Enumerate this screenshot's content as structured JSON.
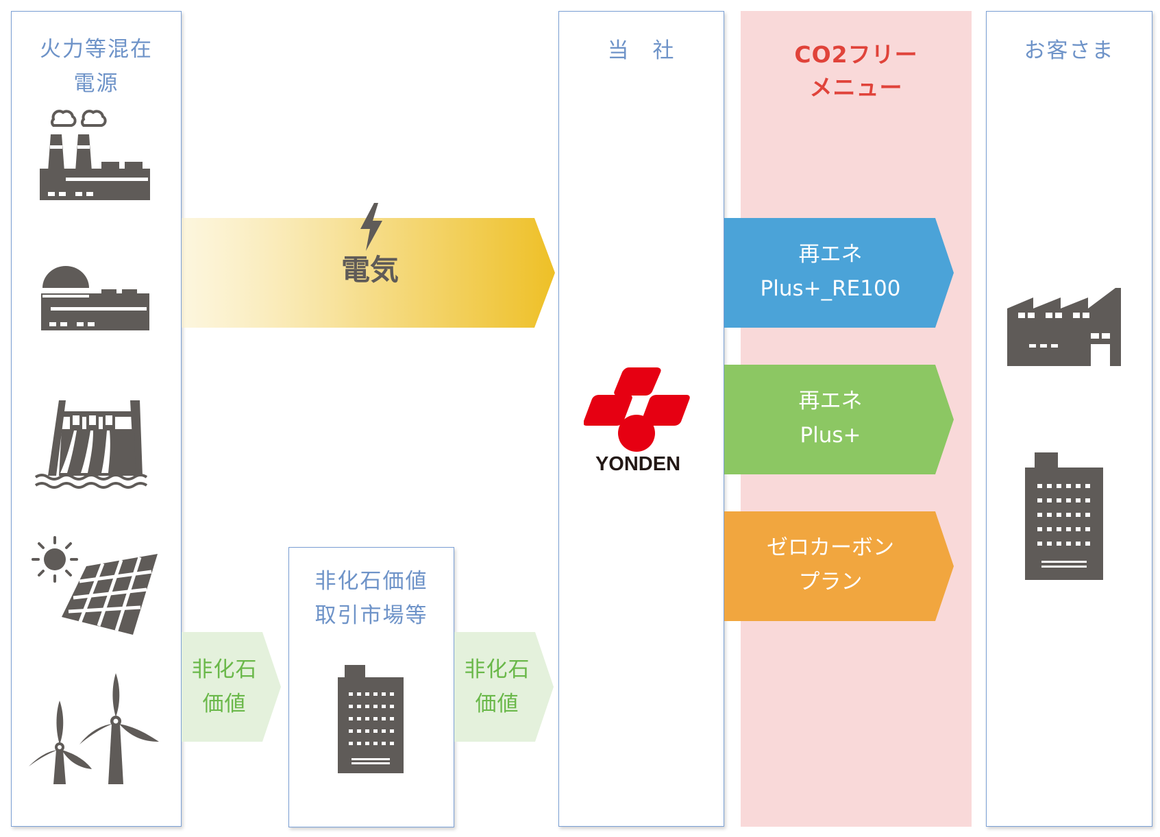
{
  "sources": {
    "title_line1": "火力等混在",
    "title_line2": "電源"
  },
  "electricity": {
    "label": "電気"
  },
  "market": {
    "title_line1": "非化石価値",
    "title_line2": "取引市場等"
  },
  "nonfossil_left": {
    "line1": "非化石",
    "line2": "価値"
  },
  "nonfossil_right": {
    "line1": "非化石",
    "line2": "価値"
  },
  "company": {
    "title": "当　社",
    "logo_text": "YONDEN"
  },
  "co2free": {
    "title_line1": "CO2フリー",
    "title_line2": "メニュー"
  },
  "menus": [
    {
      "line1": "再エネ",
      "line2": "Plus+_RE100",
      "color": "#4ba3d8"
    },
    {
      "line1": "再エネ",
      "line2": "Plus+",
      "color": "#8cc763"
    },
    {
      "line1": "ゼロカーボン",
      "line2": "プラン",
      "color": "#f1a63f"
    }
  ],
  "customers": {
    "title": "お客さま"
  },
  "colors": {
    "icon": "#5f5b58",
    "panel_border": "#7a9fd4",
    "pink_band": "#f9d9d9",
    "electricity_gold": "#eec027",
    "nonfossil_green": "#6ab84a",
    "logo_red": "#e60012"
  }
}
